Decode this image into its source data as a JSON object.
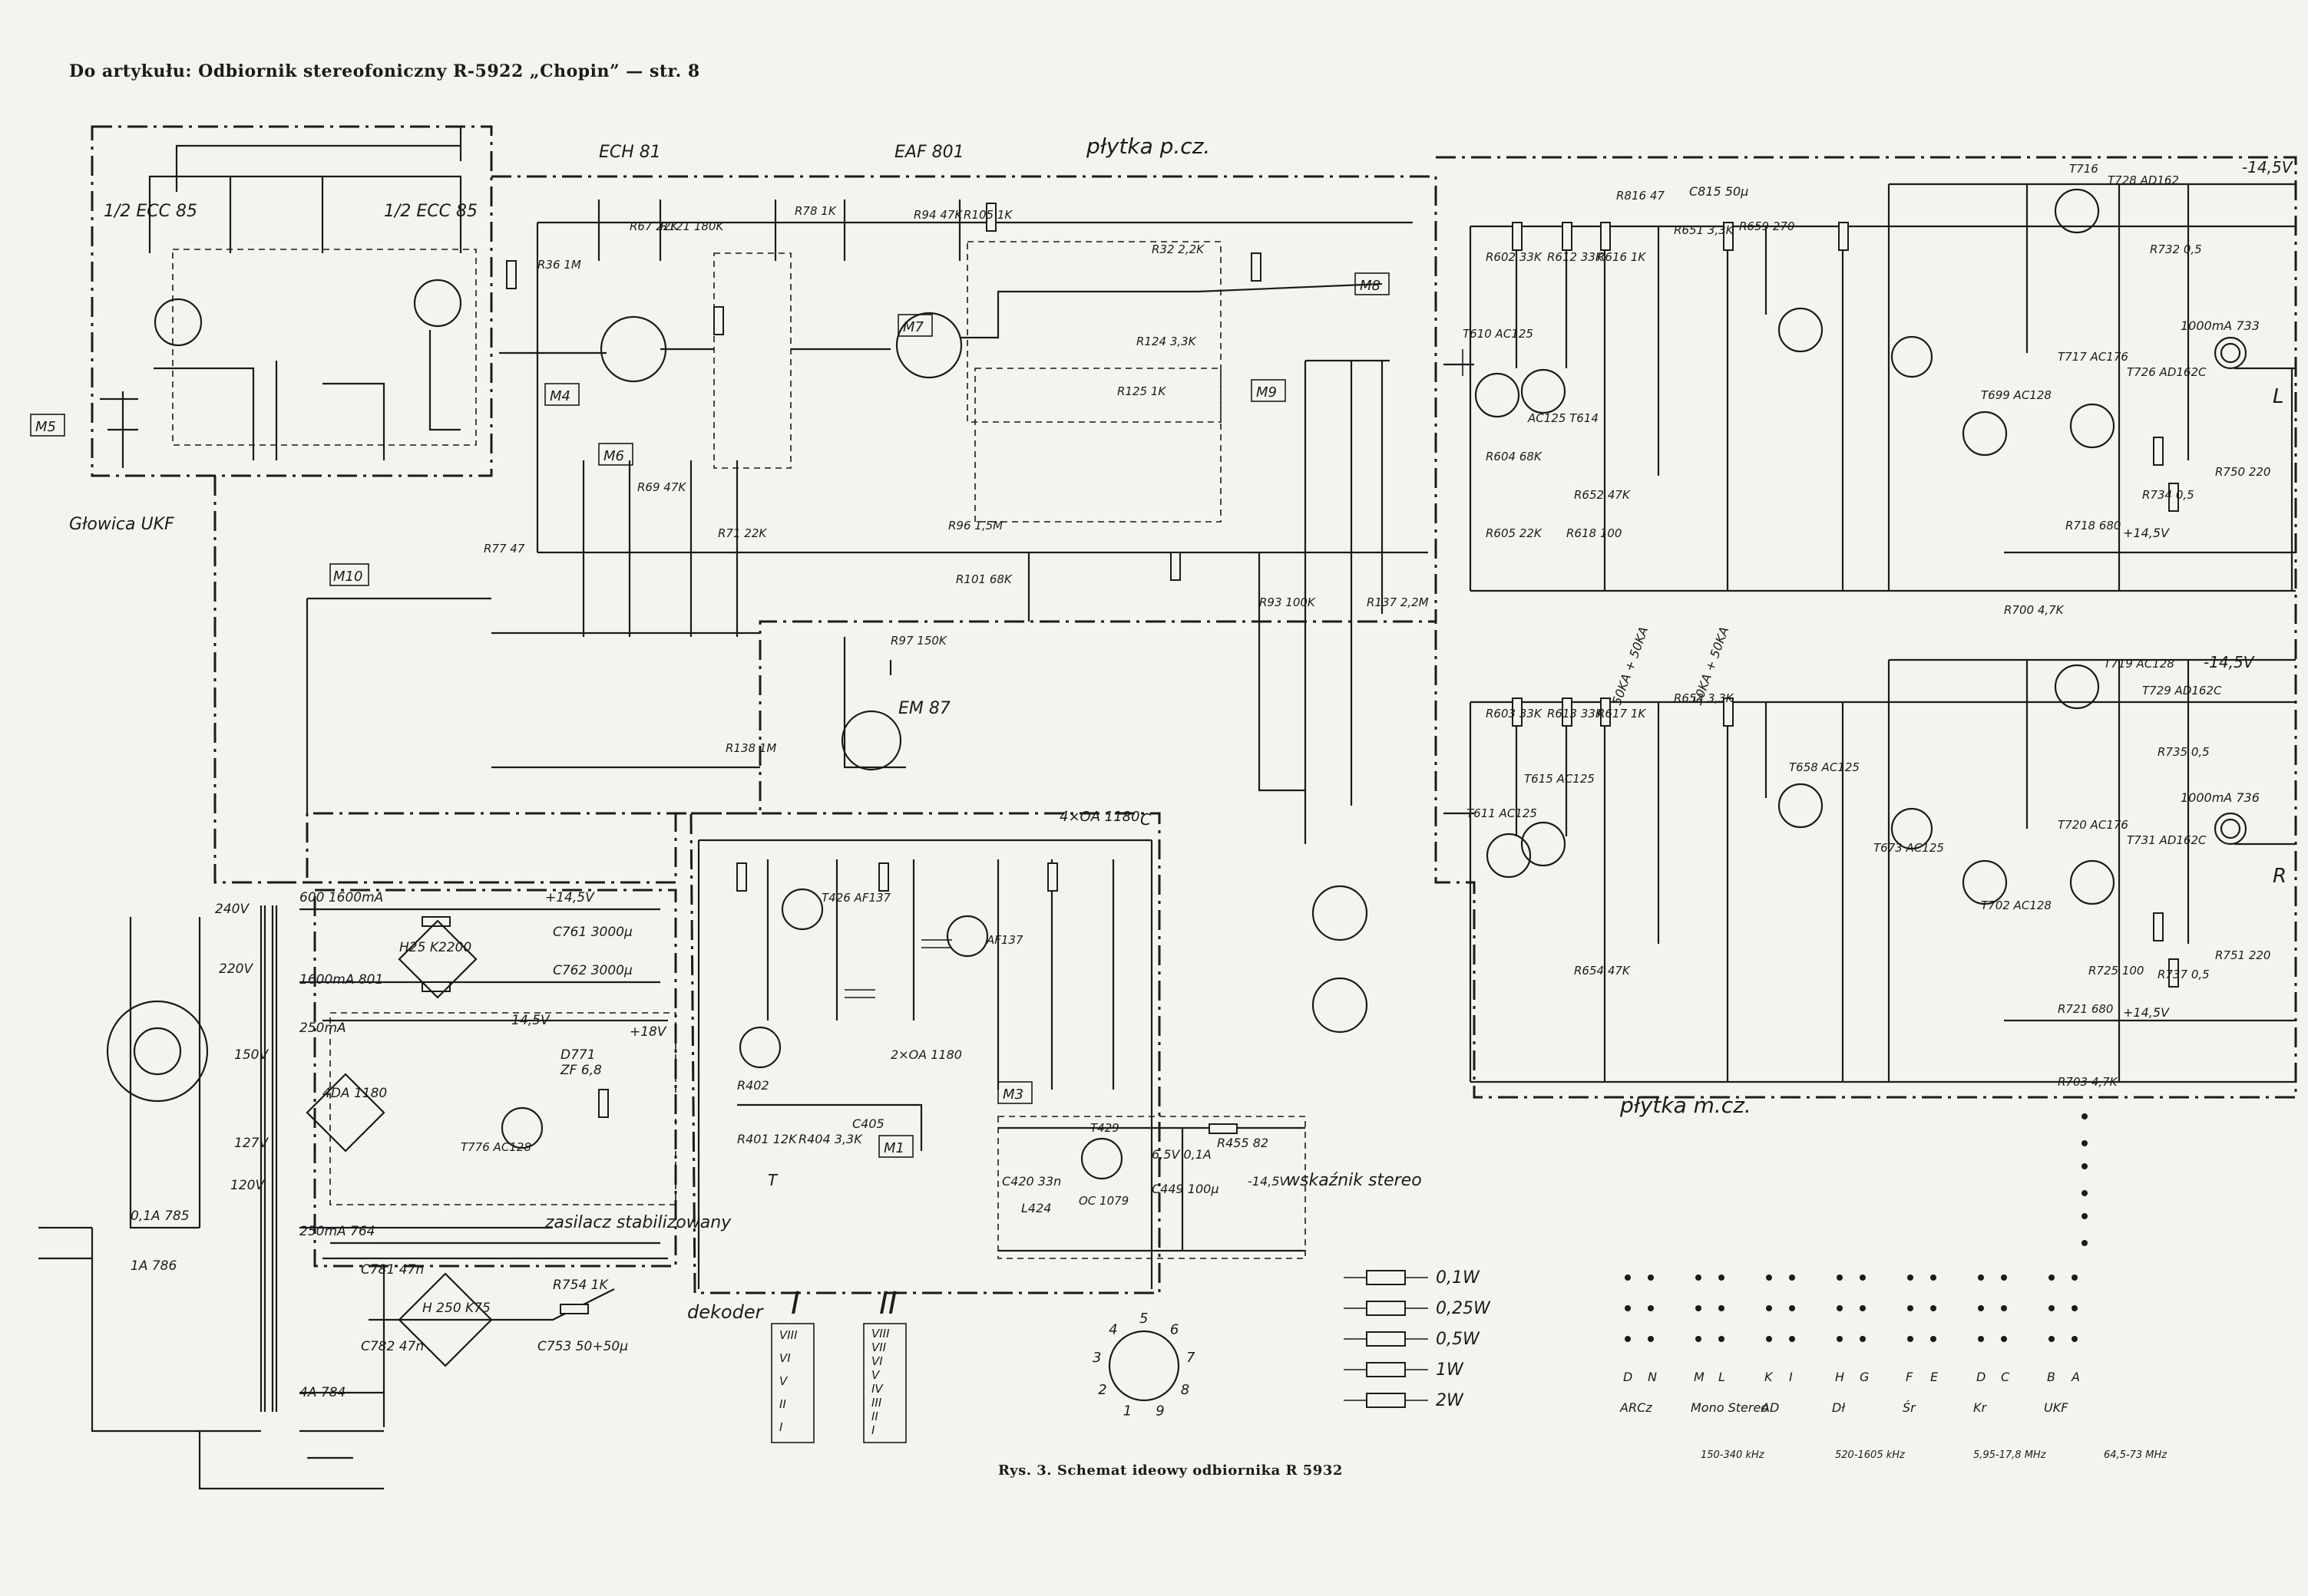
{
  "header": "Do artykułu: Odbiornik stereofoniczny R-5922 „Chopin” — str. 8",
  "caption": "Rys. 3. Schemat ideowy odbiornika R 5932",
  "blocks": {
    "ukf_head": "Głowica UKF",
    "if_board": "płytka p.cz.",
    "af_board": "płytka m.cz.",
    "decoder": "dekoder",
    "psu": "zasilacz stabilizowany",
    "stereo_ind": "wskaźnik stereo"
  },
  "tubes": {
    "ecc85_a": "1/2 ECC 85",
    "ecc85_b": "1/2 ECC 85",
    "ech81": "ECH 81",
    "eaf801": "EAF 801",
    "em87": "EM 87"
  },
  "modules": [
    "M5",
    "M4",
    "M6",
    "M7",
    "M8",
    "M9",
    "M10",
    "M3",
    "M1"
  ],
  "transistors": {
    "t610": "T610 AC125",
    "t614": "AC125 T614",
    "t716": "T716",
    "t728": "T728 AD162",
    "t717": "T717 AC176",
    "t726": "T726 AD162C",
    "t699": "T699 AC128",
    "t719": "T719 AC128",
    "t729": "T729 AD162C",
    "t720": "T720 AC176",
    "t731": "T731 AD162C",
    "t702": "T702 AC128",
    "t615": "T615 AC125",
    "t611": "T611 AC125",
    "t658": "T658 AC125",
    "t673": "T673 AC125",
    "t426": "T426 AF137",
    "af137": "AF137",
    "t429": "T429",
    "oc": "OC 1079",
    "t776": "T776 AC128"
  },
  "psu": {
    "v240": "240V",
    "v220": "220V",
    "v150": "150V",
    "v127": "127V",
    "v120": "120V",
    "fuse1": "600 1600mA",
    "fuse2": "1600mA 801",
    "fuse3": "250mA",
    "fuse4": "250mA 764",
    "fuse5": "0,1A 785",
    "fuse6": "1A 786",
    "fuse7": "4A 784",
    "bridge1": "H25 K2200",
    "bridge2": "H 250 K75",
    "bridge3": "4DA 1180",
    "plus145": "+14,5V",
    "minus145": "-14,5V",
    "plus18": "+18V",
    "c761": "C761 3000μ",
    "c762": "C762 3000μ",
    "c753": "C753 50+50μ",
    "c781": "C781 47n",
    "c782": "C782 47n",
    "r754": "R754 1K",
    "zf": "ZF 6,8",
    "d771": "D771"
  },
  "resistors_if": [
    {
      "id": "R67",
      "val": "22K"
    },
    {
      "id": "R78",
      "val": "1K"
    },
    {
      "id": "R94",
      "val": "47K"
    },
    {
      "id": "R105",
      "val": "1K"
    },
    {
      "id": "R36",
      "val": "1M"
    },
    {
      "id": "R69",
      "val": "47K"
    },
    {
      "id": "R71",
      "val": "22K"
    },
    {
      "id": "R96",
      "val": "1,5M"
    },
    {
      "id": "R101",
      "val": "68K"
    },
    {
      "id": "R97",
      "val": "150K"
    },
    {
      "id": "R93",
      "val": "100K"
    },
    {
      "id": "R137",
      "val": "2,2M"
    },
    {
      "id": "R138",
      "val": "1M"
    },
    {
      "id": "R77",
      "val": "47"
    },
    {
      "id": "R32",
      "val": "2,2K"
    },
    {
      "id": "R124",
      "val": "3,3K"
    },
    {
      "id": "R125",
      "val": "1K"
    },
    {
      "id": "R121",
      "val": "180K"
    }
  ],
  "resistors_af": [
    {
      "id": "R816",
      "val": "47"
    },
    {
      "id": "R602",
      "val": "33K"
    },
    {
      "id": "R612",
      "val": "33K"
    },
    {
      "id": "R616",
      "val": "1K"
    },
    {
      "id": "R651",
      "val": "3,3K"
    },
    {
      "id": "R659",
      "val": "270"
    },
    {
      "id": "R652",
      "val": "47K"
    },
    {
      "id": "R605",
      "val": "22K"
    },
    {
      "id": "R604",
      "val": "68K"
    },
    {
      "id": "R618",
      "val": "100"
    },
    {
      "id": "R750",
      "val": "220"
    },
    {
      "id": "R700",
      "val": "4,7K"
    },
    {
      "id": "R718",
      "val": "680"
    },
    {
      "id": "R734",
      "val": "0,5"
    },
    {
      "id": "R732",
      "val": "0,5"
    },
    {
      "id": "R603",
      "val": "33K"
    },
    {
      "id": "R613",
      "val": "33K"
    },
    {
      "id": "R617",
      "val": "1K"
    },
    {
      "id": "R653",
      "val": "3,3K"
    },
    {
      "id": "R654",
      "val": "47K"
    },
    {
      "id": "R751",
      "val": "220"
    },
    {
      "id": "R703",
      "val": "4,7K"
    },
    {
      "id": "R721",
      "val": "680"
    },
    {
      "id": "R737",
      "val": "0,5"
    },
    {
      "id": "R735",
      "val": "0,5"
    },
    {
      "id": "R725",
      "val": "100"
    }
  ],
  "af_labels": {
    "rail_top": "-14,5V",
    "rail_bot": "+14,5V",
    "rail_bot2": "+14,5V",
    "ma_top": "1000mA 733",
    "ma_bot": "1000mA 736",
    "out_l": "L",
    "out_r": "R",
    "pot1": "50KA + 50KA",
    "pot2": "50KA + 50KA",
    "c815": "C815 50μ"
  },
  "decoder": {
    "title": "4×OA 1180",
    "diodes2": "2×OA 1180",
    "c405": "C405",
    "r404": "R404 3,3K",
    "r401": "R401 12K",
    "r402": "R402",
    "label_t": "T",
    "label_c": "C"
  },
  "stereo": {
    "r455": "R455 82",
    "lamp": "6,5V 0,1A",
    "c449": "C449 100μ",
    "c420": "C420 33n",
    "l424": "L424",
    "supply": "-14,5V"
  },
  "legend": {
    "power": [
      "0,1W",
      "0,25W",
      "0,5W",
      "1W",
      "2W"
    ],
    "tube_pins": [
      "1",
      "2",
      "3",
      "4",
      "5",
      "6",
      "7",
      "8",
      "9"
    ],
    "col_I": [
      "VIII",
      "VI",
      "V",
      "II",
      "I"
    ],
    "col_II": [
      "VIII",
      "VII",
      "VI",
      "V",
      "IV",
      "III",
      "II",
      "I"
    ],
    "heading_I": "I",
    "heading_II": "II"
  },
  "switches": [
    {
      "a": "D",
      "b": "N",
      "label": "ARCz"
    },
    {
      "a": "M",
      "b": "L",
      "label": "Mono Stereo"
    },
    {
      "a": "K",
      "b": "I",
      "label": "AD"
    },
    {
      "a": "H",
      "b": "G",
      "label": "Dł"
    },
    {
      "a": "F",
      "b": "E",
      "label": "Śr"
    },
    {
      "a": "D",
      "b": "C",
      "label": "Kr"
    },
    {
      "a": "B",
      "b": "A",
      "label": "UKF"
    }
  ],
  "switch_ranges": [
    "150-340 kHz",
    "520-1605 kHz",
    "5,95-17,8 MHz",
    "64,5-73 MHz"
  ]
}
